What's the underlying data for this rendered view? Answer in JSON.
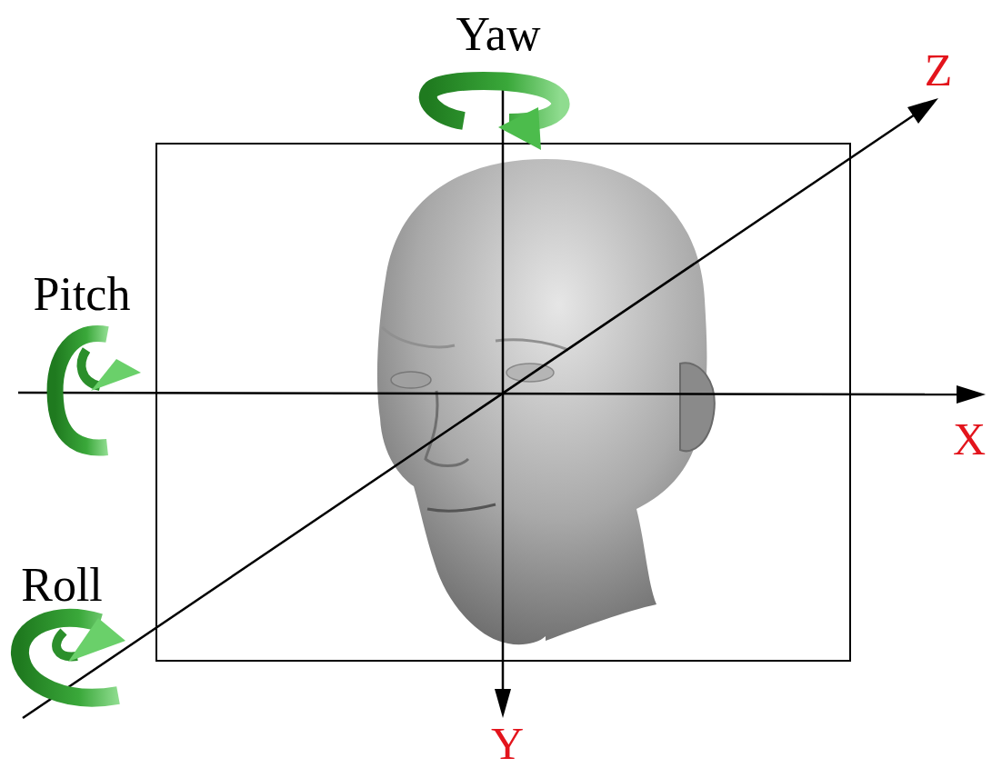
{
  "diagram": {
    "labels": [
      "Yaw",
      "Z",
      "Pitch",
      "X",
      "Roll",
      "Y"
    ]
  }
}
